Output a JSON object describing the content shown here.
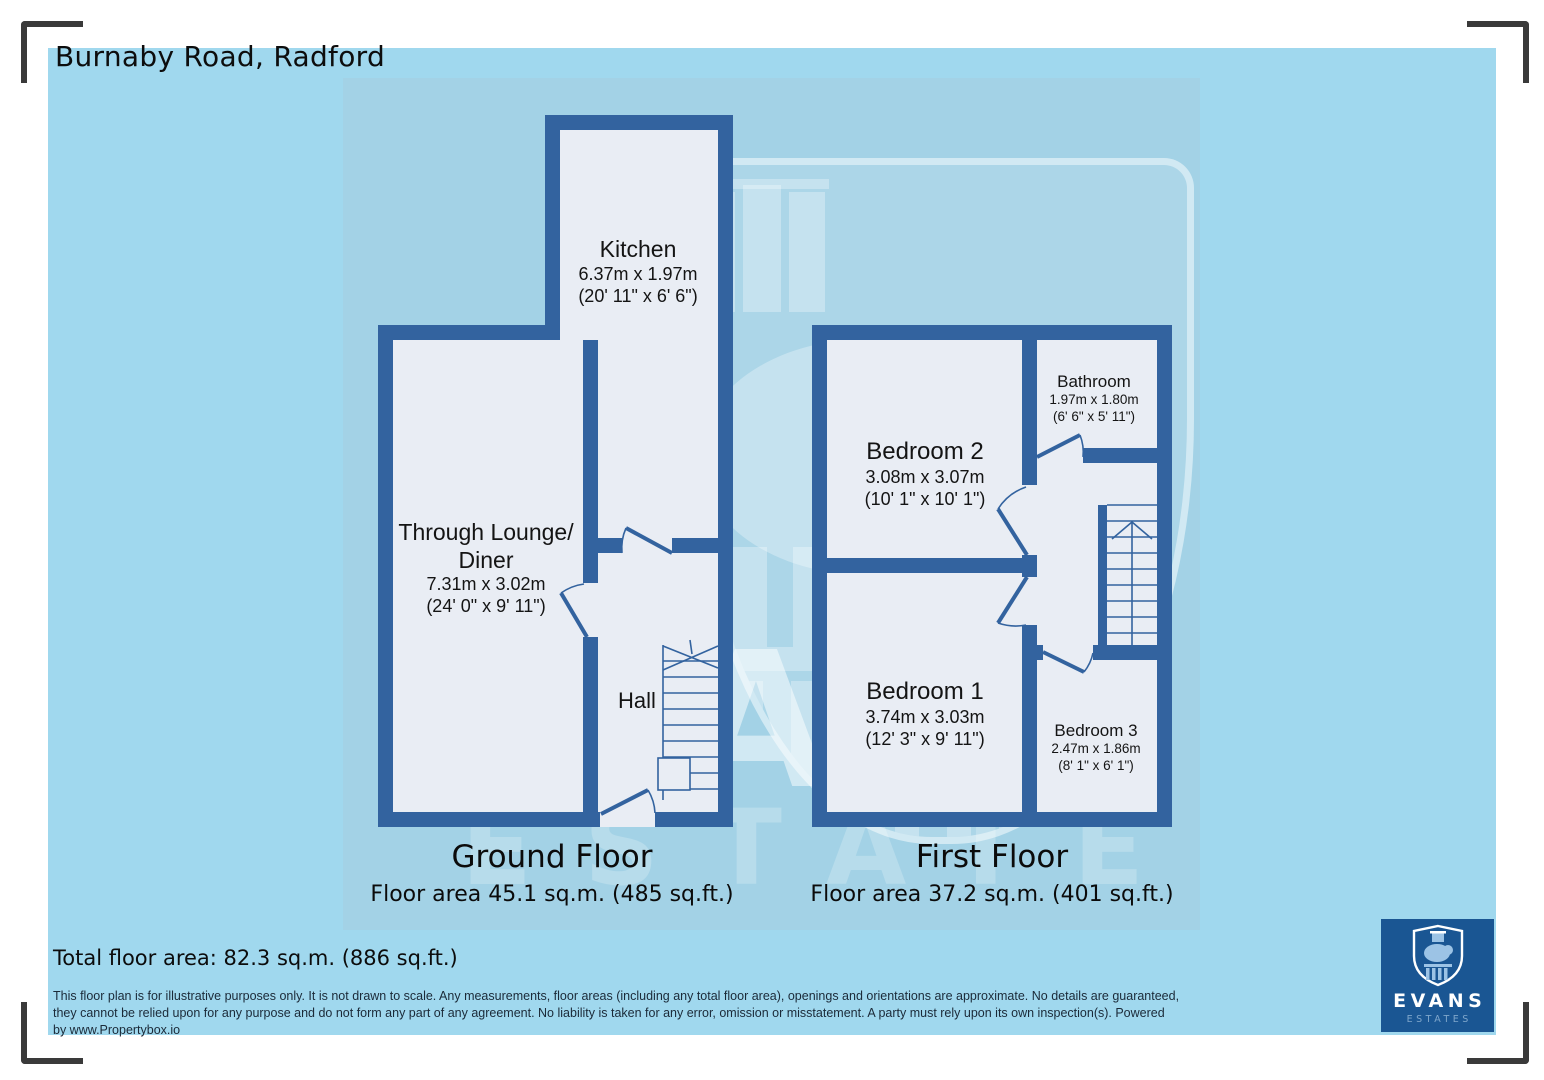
{
  "page": {
    "title": "Burnaby Road, Radford",
    "total_area": "Total floor area: 82.3 sq.m. (886 sq.ft.)",
    "disclaimer_lines": [
      "This floor plan is for illustrative purposes only. It is not drawn to scale. Any measurements, floor areas (including any total floor area), openings and orientations are approximate. No details are guaranteed,",
      "they cannot be relied upon for any purpose and do not form any part of any agreement. No liability is taken for any error, omission or misstatement. A party must rely upon its own inspection(s). Powered",
      "by www.Propertybox.io"
    ]
  },
  "watermark": {
    "text1": "EVANS",
    "text2": "ESTATES"
  },
  "logo": {
    "brand": "EVANS",
    "sub": "ESTATES"
  },
  "ground_floor": {
    "label": "Ground Floor",
    "area_label": "Floor area 45.1 sq.m. (485 sq.ft.)",
    "kitchen": {
      "name": "Kitchen",
      "metric": "6.37m x 1.97m",
      "imperial": "(20' 11\" x 6' 6\")"
    },
    "lounge": {
      "name1": "Through Lounge/",
      "name2": "Diner",
      "metric": "7.31m x 3.02m",
      "imperial": "(24' 0\" x 9' 11\")"
    },
    "hall": {
      "name": "Hall"
    }
  },
  "first_floor": {
    "label": "First Floor",
    "area_label": "Floor area 37.2 sq.m. (401 sq.ft.)",
    "bedroom2": {
      "name": "Bedroom 2",
      "metric": "3.08m x 3.07m",
      "imperial": "(10' 1\" x 10' 1\")"
    },
    "bathroom": {
      "name": "Bathroom",
      "metric": "1.97m x 1.80m",
      "imperial": "(6' 6\" x 5' 11\")"
    },
    "bedroom1": {
      "name": "Bedroom 1",
      "metric": "3.74m x 3.03m",
      "imperial": "(12' 3\" x 9' 11\")"
    },
    "bedroom3": {
      "name": "Bedroom 3",
      "metric": "2.47m x 1.86m",
      "imperial": "(8' 1\" x 6' 1\")"
    }
  },
  "colors": {
    "sheet_background": "#a0d8ee",
    "panel_background": "#a3d2e6",
    "wall": "#33639f",
    "room_fill": "#e9edf4",
    "logo_background": "#1a5693"
  }
}
